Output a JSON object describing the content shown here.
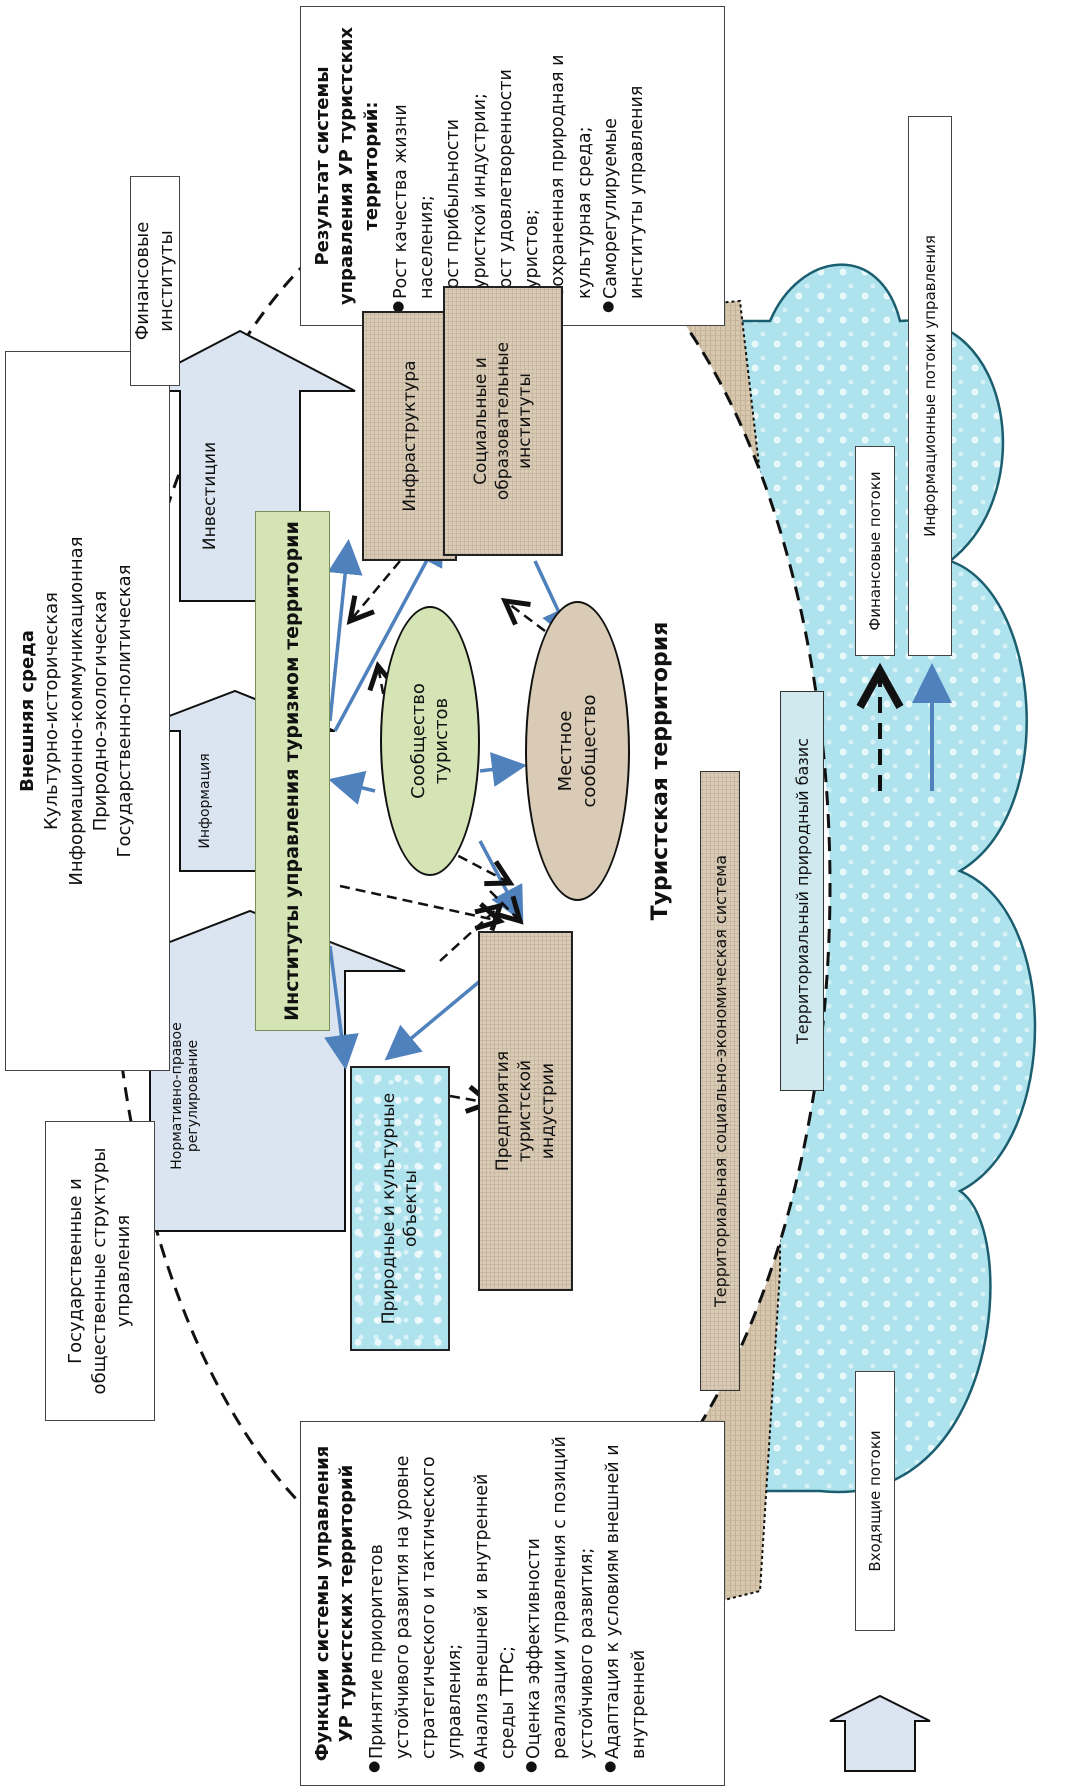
{
  "colors": {
    "arrow_blue": "#4f81bd",
    "big_arrow_fill": "#dbe5f1",
    "burlap": "#d9cbb5",
    "water": "#aee3ee",
    "institutes_green": "#d4e4b4",
    "tourists_green": "#d4e4b4",
    "local_tan": "#d9cbb5"
  },
  "external": {
    "title": "Внешняя среда",
    "lines": [
      "Культурно-историческая",
      "Информационно-коммуникационная",
      "Природно-экологическая",
      "Государственно-политическая"
    ]
  },
  "inputs": {
    "gov": "Государственные и общественные структуры управления",
    "finance": "Финансовые институты",
    "regulation": "Нормативно-правое регулирование",
    "information": "Информация",
    "investments": "Инвестиции"
  },
  "functions": {
    "title": "Функции системы управления УР туристских территорий",
    "items": [
      "Принятие приоритетов устойчивого развития на уровне стратегического и тактического управления;",
      "Анализ внешней и внутренней среды ТТРС;",
      "Оценка эффективности реализации управления с позиций устойчивого развития;",
      "Адаптация к условиям внешней и внутренней"
    ]
  },
  "results": {
    "title": "Результат системы управления УР туристских территорий:",
    "items": [
      "Рост качества жизни населения;",
      "Рост прибыльности туристкой индустрии;",
      "Рост удовлетворенности туристов;",
      "Сохраненная природная и культурная среда;",
      "Саморегулируемые институты управления"
    ]
  },
  "center": {
    "institutes": "Институты управления туризмом территории",
    "tourists": "Сообщество туристов",
    "local": "Местное сообщество",
    "natural_objects": "Природные и культурные объекты",
    "enterprises": "Предприятия туристской индустрии",
    "infrastructure": "Инфраструктура",
    "social": "Социальные и образовательные институты"
  },
  "territory": {
    "title": "Туристская территория",
    "socio_economic": "Территориальная социально-экономическая система",
    "natural_base": "Территориальный природный базис"
  },
  "legend": {
    "incoming": "Входящие потоки",
    "financial": "Финансовые потоки",
    "informational": "Информационные потоки управления"
  }
}
